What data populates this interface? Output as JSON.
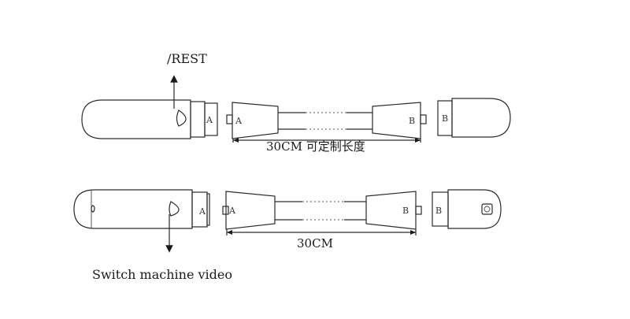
{
  "labels": {
    "rest": "/REST",
    "connector_a": "A",
    "connector_b": "B",
    "dimension_top": "30CM 可定制长度",
    "dimension_bottom": "30CM",
    "caption": "Switch machine video"
  }
}
